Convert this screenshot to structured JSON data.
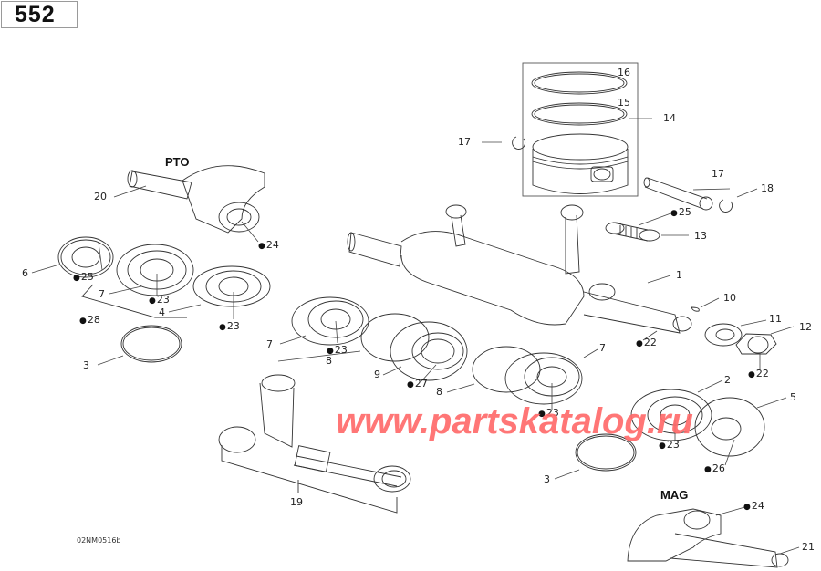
{
  "page_number": "552",
  "diagram_code": "02NM0516b",
  "watermark": "www.partskatalog.ru",
  "side_labels": {
    "pto": "PTO",
    "mag": "MAG"
  },
  "callouts": [
    {
      "id": "c16",
      "text": "16",
      "oil": false
    },
    {
      "id": "c15",
      "text": "15",
      "oil": false
    },
    {
      "id": "c14",
      "text": "14",
      "oil": false
    },
    {
      "id": "c17a",
      "text": "17",
      "oil": false
    },
    {
      "id": "c17b",
      "text": "17",
      "oil": false
    },
    {
      "id": "c18",
      "text": "18",
      "oil": false
    },
    {
      "id": "c20",
      "text": "20",
      "oil": false
    },
    {
      "id": "c24a",
      "text": "24",
      "oil": true
    },
    {
      "id": "c25a",
      "text": "25",
      "oil": true
    },
    {
      "id": "c13",
      "text": "13",
      "oil": false
    },
    {
      "id": "c6",
      "text": "6",
      "oil": false
    },
    {
      "id": "c25b",
      "text": "25",
      "oil": true
    },
    {
      "id": "c7a",
      "text": "7",
      "oil": false
    },
    {
      "id": "c23a",
      "text": "23",
      "oil": true
    },
    {
      "id": "c4",
      "text": "4",
      "oil": false
    },
    {
      "id": "c28",
      "text": "28",
      "oil": true
    },
    {
      "id": "c23b",
      "text": "23",
      "oil": true
    },
    {
      "id": "c1",
      "text": "1",
      "oil": false
    },
    {
      "id": "c10",
      "text": "10",
      "oil": false
    },
    {
      "id": "c11",
      "text": "11",
      "oil": false
    },
    {
      "id": "c12",
      "text": "12",
      "oil": false
    },
    {
      "id": "c22a",
      "text": "22",
      "oil": true
    },
    {
      "id": "c22b",
      "text": "22",
      "oil": true
    },
    {
      "id": "c3a",
      "text": "3",
      "oil": false
    },
    {
      "id": "c7b",
      "text": "7",
      "oil": false
    },
    {
      "id": "c23c",
      "text": "23",
      "oil": true
    },
    {
      "id": "c8a",
      "text": "8",
      "oil": false
    },
    {
      "id": "c9",
      "text": "9",
      "oil": false
    },
    {
      "id": "c27",
      "text": "27",
      "oil": true
    },
    {
      "id": "c8b",
      "text": "8",
      "oil": false
    },
    {
      "id": "c7c",
      "text": "7",
      "oil": false
    },
    {
      "id": "c23d",
      "text": "23",
      "oil": true
    },
    {
      "id": "c2",
      "text": "2",
      "oil": false
    },
    {
      "id": "c5",
      "text": "5",
      "oil": false
    },
    {
      "id": "c23e",
      "text": "23",
      "oil": true
    },
    {
      "id": "c26",
      "text": "26",
      "oil": true
    },
    {
      "id": "c3b",
      "text": "3",
      "oil": false
    },
    {
      "id": "c19",
      "text": "19",
      "oil": false
    },
    {
      "id": "c24b",
      "text": "24",
      "oil": true
    },
    {
      "id": "c21",
      "text": "21",
      "oil": false
    }
  ],
  "colors": {
    "line": "#333333",
    "watermark": "#ff6b6b",
    "frame": "#9a9a9a"
  }
}
